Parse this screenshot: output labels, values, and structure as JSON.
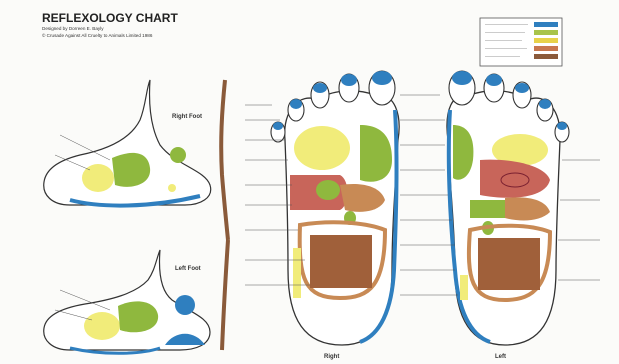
{
  "chart": {
    "title": "REFLEXOLOGY CHART",
    "designer": "Designed by Dorreen E. Bayly",
    "copyright": "© Crusade Against All Cruelty to Animals Limited 1986"
  },
  "feet": {
    "right_side_label": "Right Foot",
    "left_side_label": "Left Foot",
    "right_sole_label": "Right",
    "left_sole_label": "Left"
  },
  "legend": {
    "swatches": [
      "#2f7fbf",
      "#a8c44a",
      "#e8d24a",
      "#c8774f",
      "#8b5a3a"
    ]
  },
  "colors": {
    "blue": "#2f7fbf",
    "green": "#8fb83e",
    "yellow": "#f1ec7a",
    "red": "#c8655a",
    "brown": "#a0603a",
    "tan": "#c88a55",
    "outline": "#333333",
    "sidebone": "#8a5a3a"
  }
}
